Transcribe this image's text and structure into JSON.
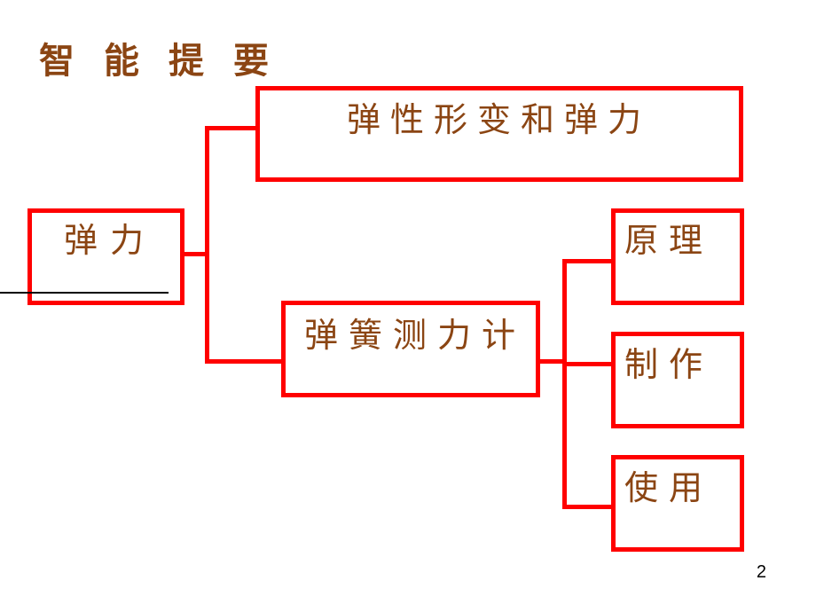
{
  "title": "智能提要",
  "nodes": {
    "root": "弹力",
    "elastic": "弹性形变和弹力",
    "spring_scale": "弹簧测力计",
    "principle": "原理",
    "making": "制作",
    "usage": "使用"
  },
  "page_number": "2",
  "colors": {
    "accent": "#ff0000",
    "text": "#8b4513"
  }
}
